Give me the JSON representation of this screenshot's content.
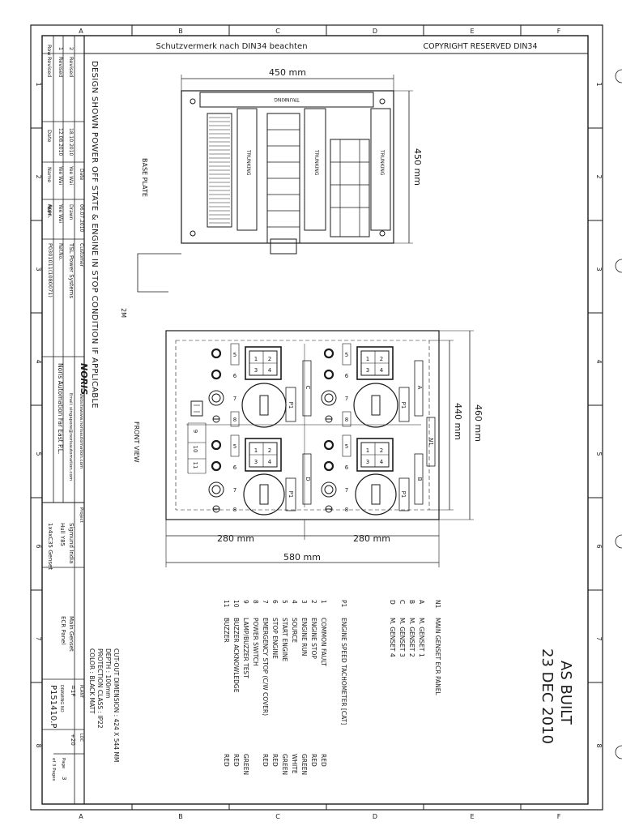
{
  "header": {
    "protection_note": "Schutzvermerk nach DIN34 beachten",
    "copyright": "COPYRIGHT RESERVED DIN34"
  },
  "zones": {
    "columns": [
      "A",
      "B",
      "C",
      "D",
      "E",
      "F"
    ],
    "rows": [
      "1",
      "2",
      "3",
      "4",
      "5",
      "6",
      "7",
      "8"
    ]
  },
  "revisions": {
    "headers": [
      "Row",
      "Revised",
      "Date",
      "Name",
      "Num."
    ],
    "entries": [
      {
        "row": "1",
        "label": "Revised",
        "date": "12.08.2010",
        "name": "Yee Wai",
        "num": ""
      },
      {
        "row": "2",
        "label": "Revised",
        "date": "18.10.2010",
        "name": "Yee Wai",
        "num": ""
      }
    ]
  },
  "title_block": {
    "date_label": "Date",
    "date_value": "06.07.2010",
    "drawn_label": "Drawn",
    "drawn_value": "Yee Wai",
    "appr_label": "Appr.",
    "customer_label": "Customer",
    "customer_value": "TSL Power Systems",
    "ref_label": "Ref.No.",
    "ref_value": "P0301011(1080071)",
    "company": "Noris Automation Far East P.L.",
    "website_label": "Website:",
    "website": "www.norisautomation.com",
    "email_label": "Email:",
    "email": "singapore@norisautomation.com",
    "logo": "NORIS",
    "project_label": "Project",
    "project_lines": [
      "Sigmund India",
      "Hull Y85"
    ],
    "ship": "1x4xC35 Genset",
    "title_lines": [
      "Main Genset",
      "ECR Panel"
    ],
    "plant_label": "PLANT",
    "plant_value": "=1F",
    "loc_label": "LOC",
    "loc_value": "+20",
    "drawing_label": "DRAWING NO",
    "drawing_value": "P151410.P",
    "page_label": "Page",
    "page_value": "3",
    "of_pages": "of 3 Pages"
  },
  "design_note": "DESIGN SHOWN POWER OFF STATE & ENGINE IN STOP CONDITION IF APPLICABLE",
  "drawing": {
    "base_plate_label": "BASE PLATE",
    "front_view_label": "FRONT VIEW",
    "trunking_label": "TRUNKING",
    "cable_label": "2M",
    "dim_450_width": "450 mm",
    "dim_450_height": "450 mm",
    "dim_460": "460 mm",
    "dim_440": "440 mm",
    "dim_280_a": "280 mm",
    "dim_280_b": "280 mm",
    "dim_580": "580 mm",
    "sections": [
      {
        "label": "C",
        "lamps": [
          "1",
          "2",
          "3",
          "4"
        ],
        "devices": [
          "5",
          "6",
          "7",
          "8"
        ],
        "meter": "P1"
      },
      {
        "label": "A",
        "lamps": [
          "1",
          "2",
          "3",
          "4"
        ],
        "devices": [
          "5",
          "6",
          "7",
          "8"
        ],
        "meter": "P1"
      },
      {
        "label": "D",
        "lamps": [
          "1",
          "2",
          "3",
          "4"
        ],
        "devices": [
          "5",
          "6",
          "7",
          "8"
        ],
        "meter": "P1"
      },
      {
        "label": "B",
        "lamps": [
          "1",
          "2",
          "3",
          "4"
        ],
        "devices": [
          "5",
          "6",
          "7",
          "8"
        ],
        "meter": "P1"
      }
    ],
    "center_labels": [
      "9",
      "10",
      "11"
    ],
    "panel_label": "N1"
  },
  "legend": {
    "items": [
      {
        "tag": "N1",
        "text": "MAIN GENSET ECR PANEL",
        "color": ""
      },
      {
        "tag": "A",
        "text": "M. GENSET 1",
        "color": ""
      },
      {
        "tag": "B",
        "text": "M. GENSET 2",
        "color": ""
      },
      {
        "tag": "C",
        "text": "M. GENSET 3",
        "color": ""
      },
      {
        "tag": "D",
        "text": "M. GENSET 4",
        "color": ""
      },
      {
        "tag": "P1",
        "text": "ENGINE SPEED TACHOMETER [CAT]",
        "color": ""
      },
      {
        "tag": "1",
        "text": "COMMON FAULT",
        "color": "RED"
      },
      {
        "tag": "2",
        "text": "ENGINE STOP",
        "color": "RED"
      },
      {
        "tag": "3",
        "text": "ENGINE RUN",
        "color": "GREEN"
      },
      {
        "tag": "4",
        "text": "SOURCE",
        "color": "WHITE"
      },
      {
        "tag": "5",
        "text": "START ENGINE",
        "color": "GREEN"
      },
      {
        "tag": "6",
        "text": "STOP ENGINE",
        "color": "RED"
      },
      {
        "tag": "7",
        "text": "EMERGENCY STOP (C/W COVER)",
        "color": "RED"
      },
      {
        "tag": "8",
        "text": "POWER SWITCH",
        "color": ""
      },
      {
        "tag": "9",
        "text": "LAMP/BUZZER TEST",
        "color": "GREEN"
      },
      {
        "tag": "10",
        "text": "BUZZER ACKNOWLEDGE",
        "color": "RED"
      },
      {
        "tag": "11",
        "text": "BUZZER",
        "color": "RED"
      }
    ]
  },
  "specs": [
    "CUT-OUT DIMENSION : 424 X 544 MM",
    "DEPTH : 100mm",
    "PROTECTION CLASS : IP22",
    "COLOR : BLACK MATT"
  ],
  "stamp": {
    "line1": "AS BUILT",
    "line2": "23 DEC 2010"
  }
}
